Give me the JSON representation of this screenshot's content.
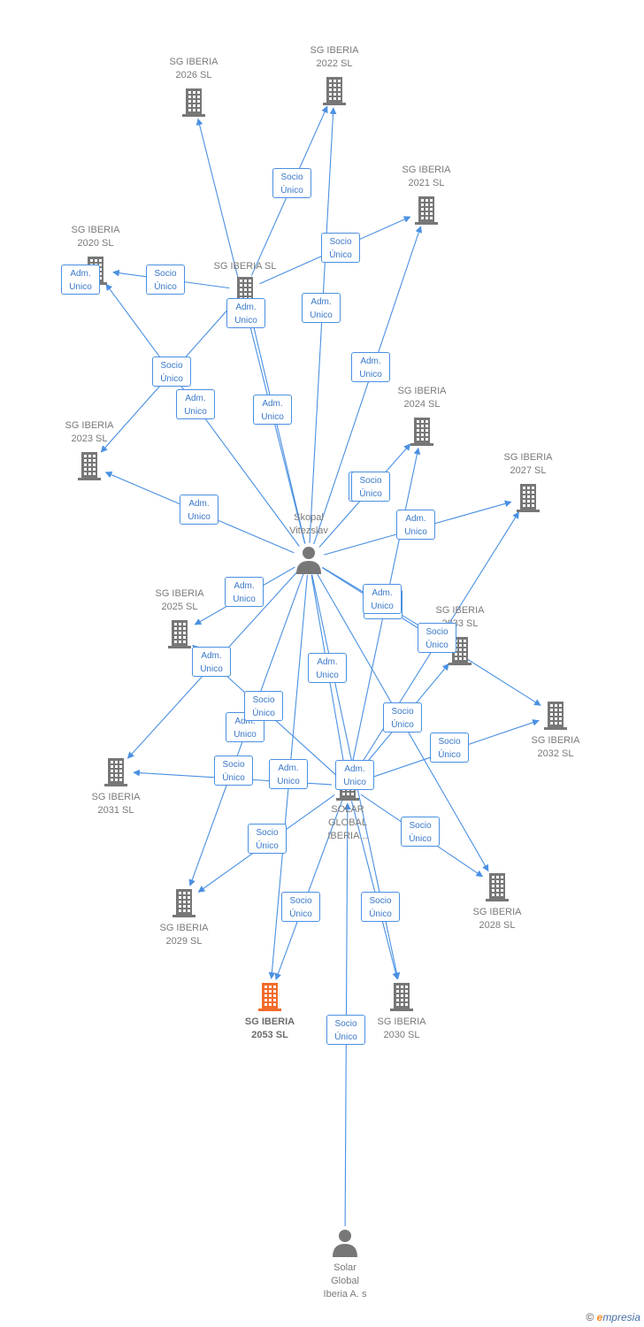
{
  "colors": {
    "edge": "#4a90e2",
    "icon": "#777777",
    "highlight": "#f26b2a",
    "label": "#7a7a7a"
  },
  "nodes": [
    {
      "id": "sg2026",
      "kind": "company",
      "label": "SG IBERIA\n2026  SL",
      "icon": "building-icon"
    },
    {
      "id": "sg2022",
      "kind": "company",
      "label": "SG IBERIA\n2022  SL",
      "icon": "building-icon"
    },
    {
      "id": "sg2021",
      "kind": "company",
      "label": "SG IBERIA\n2021  SL",
      "icon": "building-icon"
    },
    {
      "id": "sg2020",
      "kind": "company",
      "label": "SG IBERIA\n2020  SL",
      "icon": "building-icon"
    },
    {
      "id": "sgiberia",
      "kind": "company",
      "label": "SG IBERIA  SL",
      "icon": "building-icon"
    },
    {
      "id": "sg2024",
      "kind": "company",
      "label": "SG IBERIA\n2024  SL",
      "icon": "building-icon"
    },
    {
      "id": "sg2023",
      "kind": "company",
      "label": "SG IBERIA\n2023  SL",
      "icon": "building-icon"
    },
    {
      "id": "sg2027",
      "kind": "company",
      "label": "SG IBERIA\n2027  SL",
      "icon": "building-icon"
    },
    {
      "id": "skopal",
      "kind": "person",
      "label": "Skopal\nVitezslav",
      "icon": "person-icon"
    },
    {
      "id": "sg2025",
      "kind": "company",
      "label": "SG IBERIA\n2025  SL",
      "icon": "building-icon"
    },
    {
      "id": "sg2033",
      "kind": "company",
      "label": "SG IBERIA\n2033  SL",
      "icon": "building-icon"
    },
    {
      "id": "sg2032",
      "kind": "company",
      "label": "SG IBERIA\n2032  SL",
      "icon": "building-icon"
    },
    {
      "id": "sg2031",
      "kind": "company",
      "label": "SG IBERIA\n2031  SL",
      "icon": "building-icon"
    },
    {
      "id": "solar",
      "kind": "company",
      "label": "SOLAR\nGLOBAL\nIBERIA...",
      "icon": "building-icon"
    },
    {
      "id": "sg2028",
      "kind": "company",
      "label": "SG IBERIA\n2028  SL",
      "icon": "building-icon"
    },
    {
      "id": "sg2029",
      "kind": "company",
      "label": "SG IBERIA\n2029  SL",
      "icon": "building-icon"
    },
    {
      "id": "sg2053",
      "kind": "company",
      "label": "SG IBERIA\n2053  SL",
      "icon": "building-icon",
      "highlight": true
    },
    {
      "id": "sg2030",
      "kind": "company",
      "label": "SG IBERIA\n2030  SL",
      "icon": "building-icon"
    },
    {
      "id": "solarsa",
      "kind": "person",
      "label": "Solar\nGlobal\nIberia A. s",
      "icon": "person-icon"
    }
  ],
  "edges": [
    {
      "from": "sgiberia",
      "to": "sg2022",
      "label": "Socio\nÚnico"
    },
    {
      "from": "sgiberia",
      "to": "sg2021",
      "label": "Socio\nÚnico"
    },
    {
      "from": "sgiberia",
      "to": "sg2020",
      "label": "Socio\nÚnico"
    },
    {
      "from": "sgiberia",
      "to": "sg2023",
      "label": "Socio\nÚnico"
    },
    {
      "from": "skopal",
      "to": "sg2026",
      "label": "Adm.\nUnico"
    },
    {
      "from": "skopal",
      "to": "sg2022",
      "label": "Adm.\nUnico"
    },
    {
      "from": "skopal",
      "to": "sg2021",
      "label": "Adm.\nUnico"
    },
    {
      "from": "skopal",
      "to": "sg2020",
      "label": "Adm.\nUnico"
    },
    {
      "from": "skopal",
      "to": "sgiberia",
      "label": "Adm.\nUnico"
    },
    {
      "from": "skopal",
      "to": "sg2023",
      "label": "Adm.\nUnico"
    },
    {
      "from": "skopal",
      "to": "sg2024",
      "label": "Adm.\nUnico"
    },
    {
      "from": "skopal",
      "to": "sg2027",
      "label": "Adm.\nUnico"
    },
    {
      "from": "skopal",
      "to": "sg2025",
      "label": "Adm.\nUnico"
    },
    {
      "from": "skopal",
      "to": "sg2033",
      "label": "Adm.\nUnico"
    },
    {
      "from": "skopal",
      "to": "sg2032",
      "label": "Adm.\nUnico"
    },
    {
      "from": "skopal",
      "to": "sg2031",
      "label": "Adm.\nUnico"
    },
    {
      "from": "skopal",
      "to": "solar",
      "label": "Adm.\nUnico"
    },
    {
      "from": "skopal",
      "to": "sg2029",
      "label": "Adm.\nUnico"
    },
    {
      "from": "skopal",
      "to": "sg2053",
      "label": "Adm.\nUnico"
    },
    {
      "from": "skopal",
      "to": "sg2028",
      "label": "Adm.\nUnico"
    },
    {
      "from": "skopal",
      "to": "sg2030",
      "label": "Adm.\nUnico"
    },
    {
      "from": "solar",
      "to": "sg2024",
      "label": "Socio\nÚnico"
    },
    {
      "from": "solar",
      "to": "sg2027",
      "label": "Socio\nÚnico"
    },
    {
      "from": "solar",
      "to": "sg2033",
      "label": "Socio\nÚnico"
    },
    {
      "from": "solar",
      "to": "sg2032",
      "label": "Socio\nÚnico"
    },
    {
      "from": "solar",
      "to": "sg2031",
      "label": "Socio\nÚnico"
    },
    {
      "from": "solar",
      "to": "sg2025",
      "label": "Socio\nÚnico"
    },
    {
      "from": "solar",
      "to": "sg2028",
      "label": "Socio\nÚnico"
    },
    {
      "from": "solar",
      "to": "sg2029",
      "label": "Socio\nÚnico"
    },
    {
      "from": "solar",
      "to": "sg2053",
      "label": "Socio\nÚnico"
    },
    {
      "from": "solar",
      "to": "sg2030",
      "label": "Socio\nÚnico"
    },
    {
      "from": "solarsa",
      "to": "solar",
      "label": "Socio\nÚnico"
    }
  ],
  "brand": {
    "copyright": "©",
    "first": "e",
    "rest": "mpresia"
  }
}
